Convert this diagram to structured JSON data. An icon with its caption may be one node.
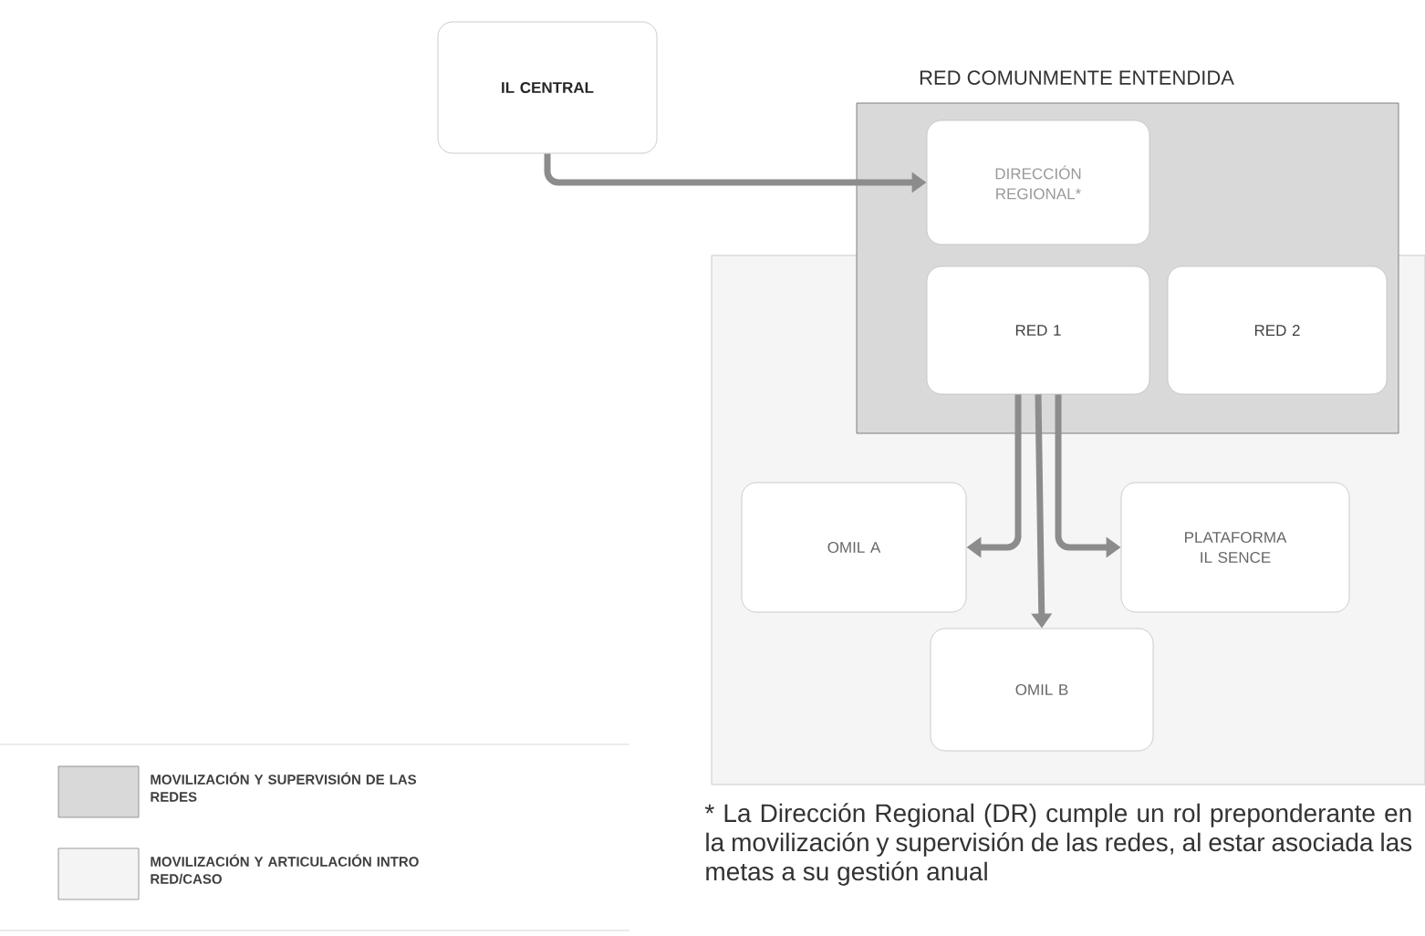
{
  "diagram": {
    "nodes": [
      {
        "text": [
          "IL CENTRAL"
        ]
      },
      {
        "text": [
          "RED COMUNMENTE ENTENDIDA"
        ]
      },
      {
        "text": [
          "DIRECCIÓN REGIONAL*"
        ],
        "in": 1
      },
      {
        "text": [
          "RED 1"
        ],
        "in": 1
      },
      {
        "text": [
          "RED 2"
        ],
        "in": 1
      },
      {
        "text": [
          "OMIL A"
        ]
      },
      {
        "text": [
          "PLATAFORMA IL SENCE"
        ]
      },
      {
        "text": [
          "OMIL B"
        ]
      }
    ],
    "edges": [
      {
        "from": 0,
        "to": 2,
        "arrow": "to"
      },
      {
        "from": 3,
        "to": 5,
        "arrow": "to"
      },
      {
        "from": 3,
        "to": 7,
        "arrow": "to"
      },
      {
        "from": 3,
        "to": 6,
        "arrow": "to"
      }
    ],
    "labels": [
      "* La Dirección Regional (DR) cumple un rol preponderante en la movilización y supervisión de las redes, al estar asociada las metas a su gestión anual"
    ],
    "legend": [
      {
        "text": "MOVILIZACIÓN Y SUPERVISIÓN DE LAS REDES",
        "color": "#d9d9d9"
      },
      {
        "text": "MOVILIZACIÓN Y ARTICULACIÓN INTRO RED/CASO",
        "color": "#f4f4f4"
      }
    ]
  }
}
